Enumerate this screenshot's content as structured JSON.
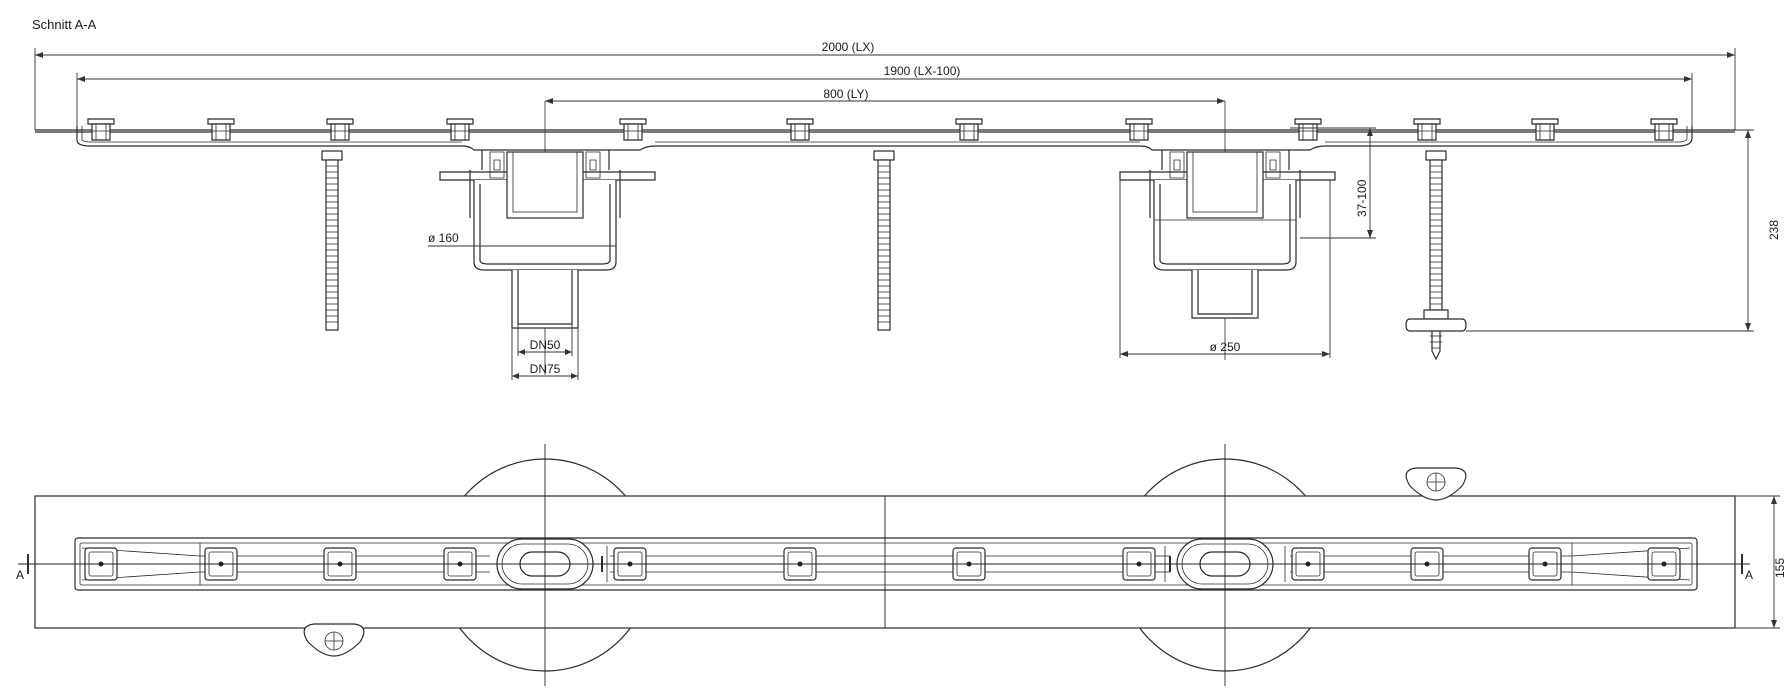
{
  "title": "Schnitt A-A",
  "dims": {
    "lx": "2000 (LX)",
    "lx100": "1900 (LX-100)",
    "ly": "800 (LY)",
    "height": "238",
    "adjust": "37-100",
    "dia_small": "ø 160",
    "dia_large": "ø 250",
    "dn50": "DN50",
    "dn75": "DN75",
    "width": "155"
  },
  "section_marks": {
    "left": "A",
    "right": "A"
  }
}
